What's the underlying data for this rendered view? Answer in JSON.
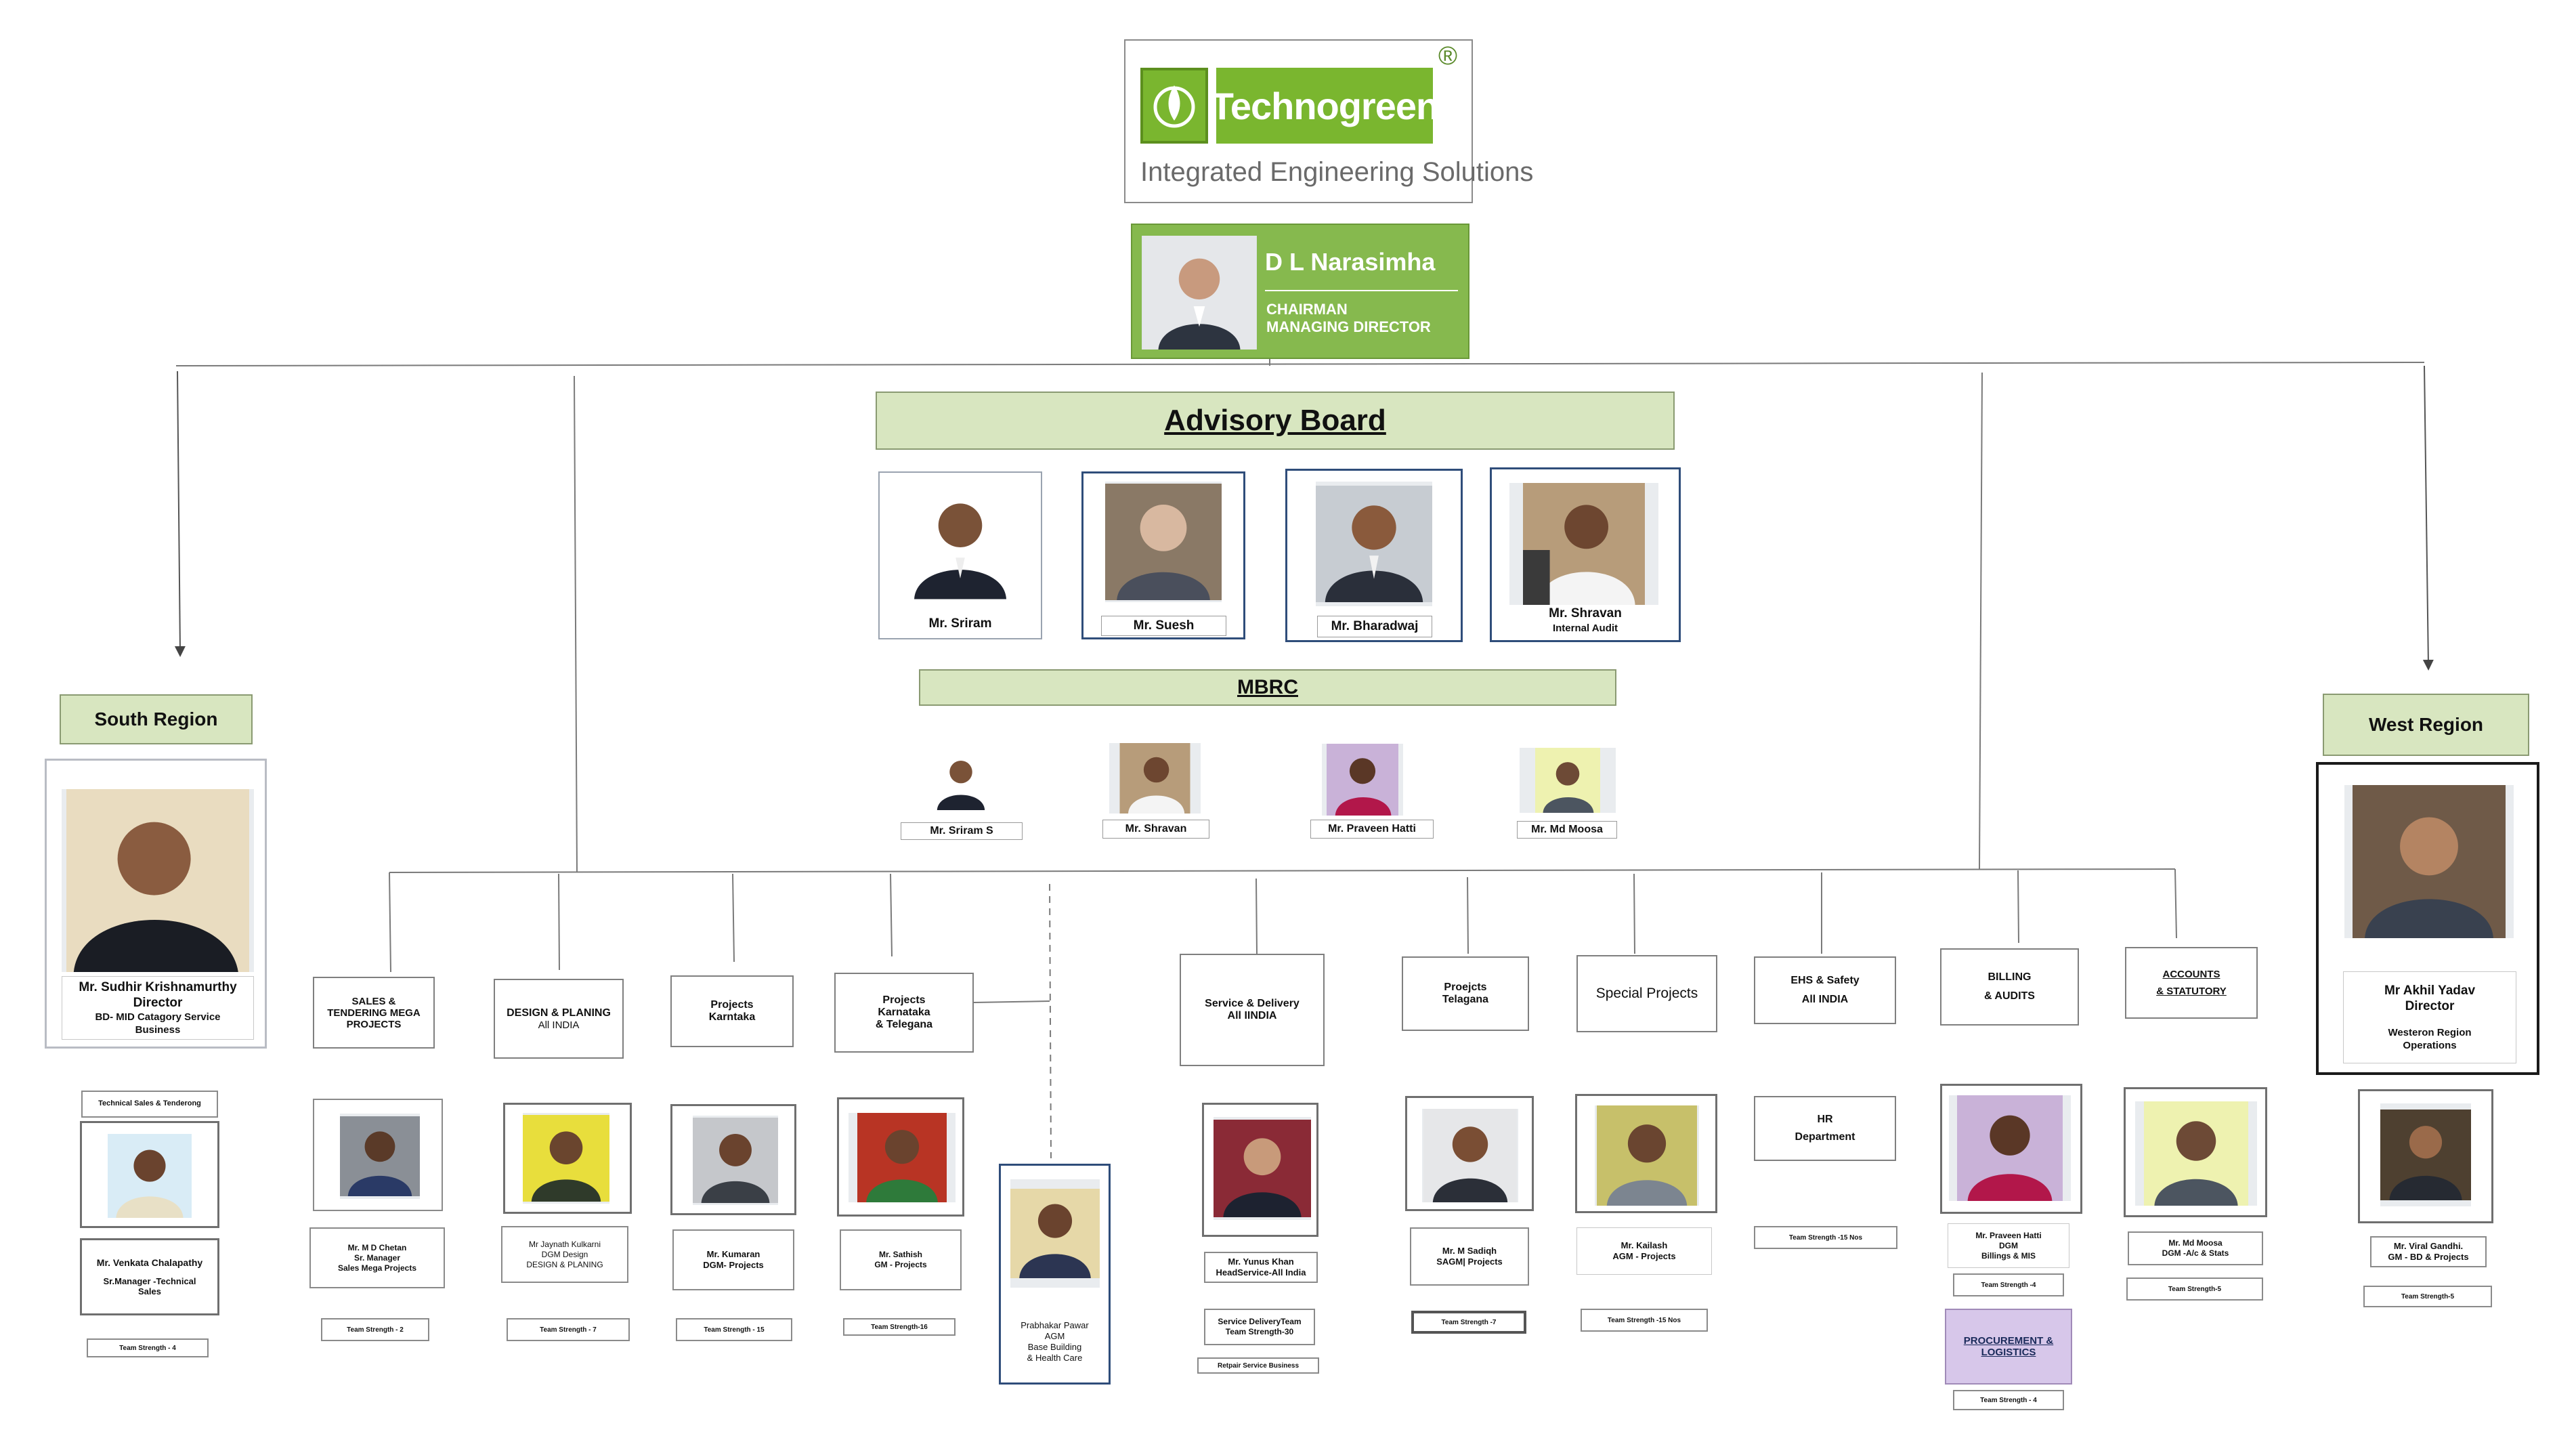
{
  "logo": {
    "brand": "Technogreen",
    "tagline": "Integrated Engineering Solutions",
    "registered": "®"
  },
  "chairman": {
    "name": "D L Narasimha",
    "title1": "CHAIRMAN",
    "title2": "MANAGING DIRECTOR"
  },
  "advisory": {
    "title": "Advisory Board",
    "members": [
      {
        "name": "Mr. Sriram",
        "role": ""
      },
      {
        "name": "Mr. Suesh",
        "role": ""
      },
      {
        "name": "Mr. Bharadwaj",
        "role": ""
      },
      {
        "name": "Mr. Shravan",
        "role": "Internal Audit"
      }
    ]
  },
  "mbrc": {
    "title": "MBRC",
    "members": [
      "Mr. Sriram S",
      "Mr. Shravan",
      "Mr. Praveen Hatti",
      "Mr. Md Moosa"
    ]
  },
  "south": {
    "region": "South Region",
    "name": "Mr. Sudhir Krishnamurthy",
    "title": "Director",
    "desc1": "BD- MID Catagory Service",
    "desc2": "Business",
    "sub_label": "Technical Sales & Tenderong",
    "sub_name": "Mr. Venkata Chalapathy",
    "sub_title1": "Sr.Manager -Technical",
    "sub_title2": "Sales",
    "team": "Team Strength - 4"
  },
  "west": {
    "region": "West Region",
    "name": "Mr Akhil Yadav",
    "title": "Director",
    "desc1": "Westeron Region",
    "desc2": "Operations",
    "sub_name": "Mr. Viral Gandhi.",
    "sub_title": "GM - BD & Projects",
    "team": "Team Strength-5"
  },
  "departments": {
    "sales": {
      "l1": "SALES &",
      "l2": "TENDERING MEGA",
      "l3": "PROJECTS",
      "p1": "Mr. M D Chetan",
      "p2": "Sr. Manager",
      "p3": "Sales Mega Projects",
      "team": "Team Strength - 2"
    },
    "design": {
      "l1": "DESIGN & PLANING",
      "l2": "All INDIA",
      "p1": "Mr Jaynath Kulkarni",
      "p2": "DGM Design",
      "p3": "DESIGN & PLANING",
      "team": "Team Strength - 7"
    },
    "projk": {
      "l1": "Projects",
      "l2": "Karntaka",
      "p1": "Mr. Kumaran",
      "p2": "DGM- Projects",
      "team": "Team Strength - 15"
    },
    "projkt": {
      "l1": "Projects",
      "l2": "Karnataka",
      "l3": "& Telegana",
      "p1": "Mr. Sathish",
      "p2": "GM - Projects",
      "team": "Team Strength-16"
    },
    "pp": {
      "p1": "Prabhakar Pawar",
      "p2": "AGM",
      "p3": "Base Building",
      "p4": "& Health Care"
    },
    "service": {
      "l1": "Service & Delivery",
      "l2": "All IINDIA",
      "p1": "Mr. Yunus Khan",
      "p2": "HeadService-All India",
      "t1": "Service DeliveryTeam",
      "t2": "Team Strength-30",
      "extra": "Retpair Service Business"
    },
    "projt": {
      "l1": "Proejcts",
      "l2": "Telagana",
      "p1": "Mr. M Sadiqh",
      "p2": "SAGM| Projects",
      "team": "Team Strength -7"
    },
    "special": {
      "l1": "Special Projects",
      "p1": "Mr. Kailash",
      "p2": "AGM - Projects",
      "team": "Team Strength -15 Nos"
    },
    "ehs": {
      "l1": "EHS & Safety",
      "l2": "All INDIA",
      "hr1": "HR",
      "hr2": "Department",
      "team": "Team Strength -15 Nos"
    },
    "billing": {
      "l1": "BILLING",
      "l2": "& AUDITS",
      "p1": "Mr. Praveen Hatti",
      "p2": "DGM",
      "p3": "Billings & MIS",
      "team": "Team Strength -4",
      "proc1": "PROCUREMENT &",
      "proc2": "LOGISTICS",
      "team2": "Team Strength - 4"
    },
    "accounts": {
      "l1": "ACCOUNTS",
      "l2": "& STATUTORY",
      "p1": "Mr. Md Moosa",
      "p2": "DGM -A/c & Stats",
      "team": "Team Strength-5"
    }
  }
}
